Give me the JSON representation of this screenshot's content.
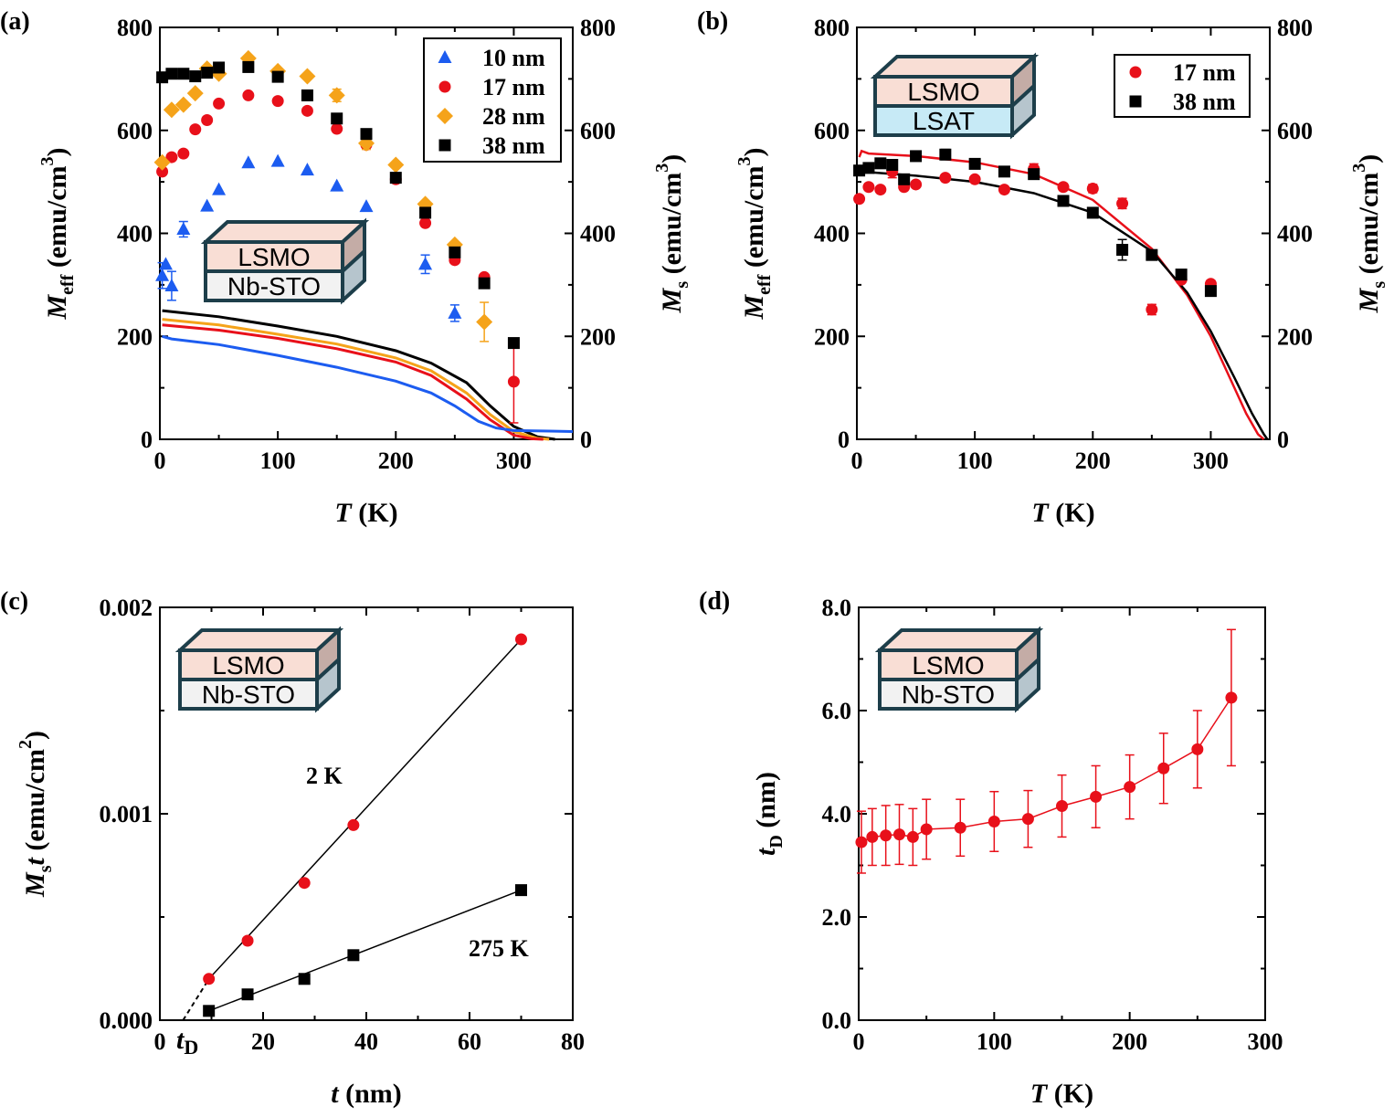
{
  "colors": {
    "red": "#e8101a",
    "black": "#000000",
    "blue": "#1c5cf0",
    "orange": "#f5a31a",
    "box_top": "#f9ded5",
    "box_side": "#c4aca6",
    "box_lower_sto": "#f2f2f2",
    "box_lower_lsat": "#c7eaf6",
    "box_lower_side": "#b6c5cd",
    "box_edge": "#1d3e4a"
  },
  "chart_data": [
    {
      "panel_label": "(a)",
      "type": "scatter",
      "xlabel_italic": "T",
      "xlabel_unit": " (K)",
      "ylabel_main": "M",
      "ylabel_sub": "eff",
      "ylabel_unit": " (emu/cm",
      "ylabel_sup": "3",
      "ylabel_close": ")",
      "y2label_main": "M",
      "y2label_sub": "s",
      "y2label_unit": " (emu/cm",
      "y2label_sup": "3",
      "y2label_close": ")",
      "xlim": [
        0,
        350
      ],
      "ylim": [
        0,
        800
      ],
      "y2lim": [
        0,
        800
      ],
      "xticks": [
        "0",
        "100",
        "200",
        "300"
      ],
      "yticks": [
        "0",
        "200",
        "400",
        "600",
        "800"
      ],
      "box": {
        "top": "LSMO",
        "bottom": "Nb-STO"
      },
      "legend": {
        "position": "top-right",
        "entries": [
          "10 nm",
          "17 nm",
          "28 nm",
          "38 nm"
        ]
      },
      "series": [
        {
          "name": "10 nm",
          "marker": "triangle",
          "color": "blue",
          "x": [
            2,
            5,
            10,
            20,
            40,
            50,
            75,
            100,
            125,
            150,
            175,
            225,
            250
          ],
          "y": [
            318,
            340,
            298,
            408,
            453,
            485,
            537,
            540,
            523,
            492,
            452,
            340,
            245
          ],
          "err": [
            25,
            0,
            28,
            15,
            0,
            0,
            0,
            0,
            0,
            0,
            0,
            18,
            16
          ]
        },
        {
          "name": "17 nm",
          "marker": "circle",
          "color": "red",
          "x": [
            2,
            10,
            20,
            30,
            40,
            50,
            75,
            100,
            125,
            150,
            175,
            200,
            225,
            250,
            275,
            300
          ],
          "y": [
            520,
            548,
            555,
            602,
            620,
            652,
            668,
            657,
            638,
            603,
            572,
            505,
            420,
            348,
            315,
            112
          ],
          "err": [
            0,
            0,
            0,
            0,
            0,
            0,
            0,
            0,
            0,
            0,
            0,
            0,
            0,
            0,
            0,
            80
          ]
        },
        {
          "name": "28 nm",
          "marker": "diamond",
          "color": "orange",
          "x": [
            2,
            10,
            20,
            30,
            40,
            50,
            75,
            100,
            125,
            150,
            175,
            200,
            225,
            250,
            275
          ],
          "y": [
            538,
            640,
            650,
            672,
            720,
            710,
            740,
            715,
            705,
            668,
            575,
            533,
            457,
            378,
            228
          ],
          "err": [
            0,
            0,
            0,
            0,
            0,
            0,
            0,
            0,
            0,
            12,
            12,
            0,
            0,
            0,
            38
          ]
        },
        {
          "name": "38 nm",
          "marker": "square",
          "color": "black",
          "x": [
            2,
            10,
            20,
            30,
            40,
            50,
            75,
            100,
            125,
            150,
            175,
            200,
            225,
            250,
            275,
            300
          ],
          "y": [
            703,
            710,
            710,
            705,
            712,
            722,
            723,
            704,
            668,
            623,
            593,
            508,
            440,
            363,
            303,
            187
          ],
          "err": [
            0,
            0,
            0,
            0,
            0,
            0,
            0,
            0,
            0,
            0,
            0,
            0,
            0,
            0,
            0,
            0
          ]
        }
      ],
      "curves": [
        {
          "color": "black",
          "x": [
            2,
            50,
            100,
            150,
            200,
            230,
            260,
            280,
            300,
            320,
            335
          ],
          "y": [
            250,
            238,
            220,
            200,
            172,
            148,
            110,
            65,
            25,
            5,
            0
          ]
        },
        {
          "color": "orange",
          "x": [
            2,
            50,
            100,
            150,
            200,
            230,
            260,
            280,
            300,
            320,
            330
          ],
          "y": [
            233,
            222,
            204,
            185,
            158,
            133,
            90,
            48,
            15,
            2,
            0
          ]
        },
        {
          "color": "red",
          "x": [
            2,
            50,
            100,
            150,
            200,
            230,
            260,
            280,
            300,
            315,
            325
          ],
          "y": [
            222,
            212,
            196,
            176,
            150,
            124,
            78,
            38,
            8,
            1,
            0
          ]
        },
        {
          "color": "blue",
          "x": [
            2,
            10,
            50,
            100,
            150,
            200,
            230,
            250,
            270,
            285,
            300,
            330,
            350
          ],
          "y": [
            200,
            195,
            184,
            163,
            140,
            113,
            90,
            65,
            35,
            22,
            17,
            16,
            15
          ]
        }
      ]
    },
    {
      "panel_label": "(b)",
      "type": "scatter",
      "xlabel_italic": "T",
      "xlabel_unit": " (K)",
      "ylabel_main": "M",
      "ylabel_sub": "eff",
      "ylabel_unit": " (emu/cm",
      "ylabel_sup": "3",
      "ylabel_close": ")",
      "y2label_main": "M",
      "y2label_sub": "s",
      "y2label_unit": " (emu/cm",
      "y2label_sup": "3",
      "y2label_close": ")",
      "xlim": [
        0,
        350
      ],
      "ylim": [
        0,
        800
      ],
      "y2lim": [
        0,
        800
      ],
      "xticks": [
        "0",
        "100",
        "200",
        "300"
      ],
      "yticks": [
        "0",
        "200",
        "400",
        "600",
        "800"
      ],
      "box": {
        "top": "LSMO",
        "bottom": "LSAT"
      },
      "legend": {
        "position": "top-right",
        "entries": [
          "17 nm",
          "38 nm"
        ]
      },
      "series": [
        {
          "name": "17 nm",
          "marker": "circle",
          "color": "red",
          "x": [
            2,
            10,
            20,
            30,
            40,
            50,
            75,
            100,
            125,
            150,
            175,
            200,
            225,
            250,
            275,
            300
          ],
          "y": [
            467,
            490,
            485,
            520,
            490,
            495,
            508,
            505,
            485,
            525,
            490,
            487,
            458,
            252,
            310,
            302
          ],
          "err": [
            0,
            0,
            0,
            12,
            0,
            0,
            0,
            0,
            0,
            10,
            0,
            8,
            10,
            10,
            0,
            0
          ]
        },
        {
          "name": "38 nm",
          "marker": "square",
          "color": "black",
          "x": [
            2,
            10,
            20,
            30,
            40,
            50,
            75,
            100,
            125,
            150,
            175,
            200,
            225,
            250,
            275,
            300
          ],
          "y": [
            522,
            527,
            536,
            533,
            505,
            550,
            553,
            535,
            520,
            515,
            463,
            440,
            368,
            358,
            320,
            288
          ],
          "err": [
            0,
            0,
            0,
            0,
            0,
            0,
            10,
            0,
            0,
            0,
            0,
            0,
            20,
            0,
            0,
            0
          ]
        }
      ],
      "curves": [
        {
          "color": "red",
          "x": [
            2,
            4,
            10,
            50,
            100,
            150,
            200,
            250,
            280,
            300,
            320,
            330,
            340,
            345
          ],
          "y": [
            548,
            560,
            555,
            550,
            538,
            515,
            465,
            370,
            280,
            200,
            100,
            50,
            10,
            0
          ]
        },
        {
          "color": "black",
          "x": [
            2,
            50,
            100,
            150,
            200,
            250,
            280,
            300,
            320,
            335,
            345,
            348
          ],
          "y": [
            520,
            512,
            500,
            478,
            440,
            365,
            285,
            210,
            120,
            50,
            10,
            0
          ]
        }
      ]
    },
    {
      "panel_label": "(c)",
      "type": "scatter",
      "xlabel_italic": "t",
      "xlabel_unit": " (nm)",
      "ylabel_main": "M",
      "ylabel_sub": "s",
      "ylabel_italic2": "t",
      "ylabel_unit": " (emu/cm",
      "ylabel_sup": "2",
      "ylabel_close": ")",
      "xlim": [
        0,
        80
      ],
      "ylim": [
        0,
        0.002
      ],
      "xticks": [
        "0",
        "20",
        "40",
        "60",
        "80"
      ],
      "yticks": [
        "0.000",
        "0.001",
        "0.002"
      ],
      "box": {
        "top": "LSMO",
        "bottom": "Nb-STO"
      },
      "annotations": {
        "curve_2K": "2 K",
        "curve_275K": "275 K",
        "td_main": "t",
        "td_sub": "D"
      },
      "series": [
        {
          "name": "2 K",
          "marker": "circle",
          "color": "red",
          "x": [
            9.5,
            17,
            28,
            37.5,
            70
          ],
          "y": [
            0.0002,
            0.000385,
            0.000665,
            0.000945,
            0.001845
          ]
        },
        {
          "name": "275 K",
          "marker": "square",
          "color": "black",
          "x": [
            9.5,
            17,
            28,
            37.5,
            70
          ],
          "y": [
            4.5e-05,
            0.000125,
            0.0002,
            0.000315,
            0.00063
          ]
        }
      ],
      "fits": [
        {
          "color": "black",
          "x": [
            9.5,
            70
          ],
          "y": [
            0.0002,
            0.001845
          ]
        },
        {
          "color": "black",
          "x": [
            9.5,
            70
          ],
          "y": [
            4.5e-05,
            0.00063
          ]
        }
      ],
      "extrapolation": {
        "x": [
          4.5,
          9.5
        ],
        "y": [
          0.0,
          0.0002
        ]
      }
    },
    {
      "panel_label": "(d)",
      "type": "line",
      "xlabel_italic": "T",
      "xlabel_unit": " (K)",
      "ylabel_main": "t",
      "ylabel_sub": "D",
      "ylabel_unit": " (nm)",
      "xlim": [
        0,
        300
      ],
      "ylim": [
        0,
        8
      ],
      "xticks": [
        "0",
        "100",
        "200",
        "300"
      ],
      "yticks": [
        "0.0",
        "2.0",
        "4.0",
        "6.0",
        "8.0"
      ],
      "box": {
        "top": "LSMO",
        "bottom": "Nb-STO"
      },
      "series": [
        {
          "name": "",
          "marker": "circle",
          "color": "red",
          "x": [
            2,
            10,
            20,
            30,
            40,
            50,
            75,
            100,
            125,
            150,
            175,
            200,
            225,
            250,
            275
          ],
          "y": [
            3.45,
            3.55,
            3.58,
            3.6,
            3.55,
            3.7,
            3.73,
            3.85,
            3.9,
            4.15,
            4.33,
            4.52,
            4.88,
            5.25,
            6.25
          ],
          "err": [
            0.6,
            0.55,
            0.58,
            0.58,
            0.55,
            0.58,
            0.55,
            0.58,
            0.55,
            0.6,
            0.6,
            0.62,
            0.68,
            0.75,
            1.32
          ]
        }
      ]
    }
  ]
}
